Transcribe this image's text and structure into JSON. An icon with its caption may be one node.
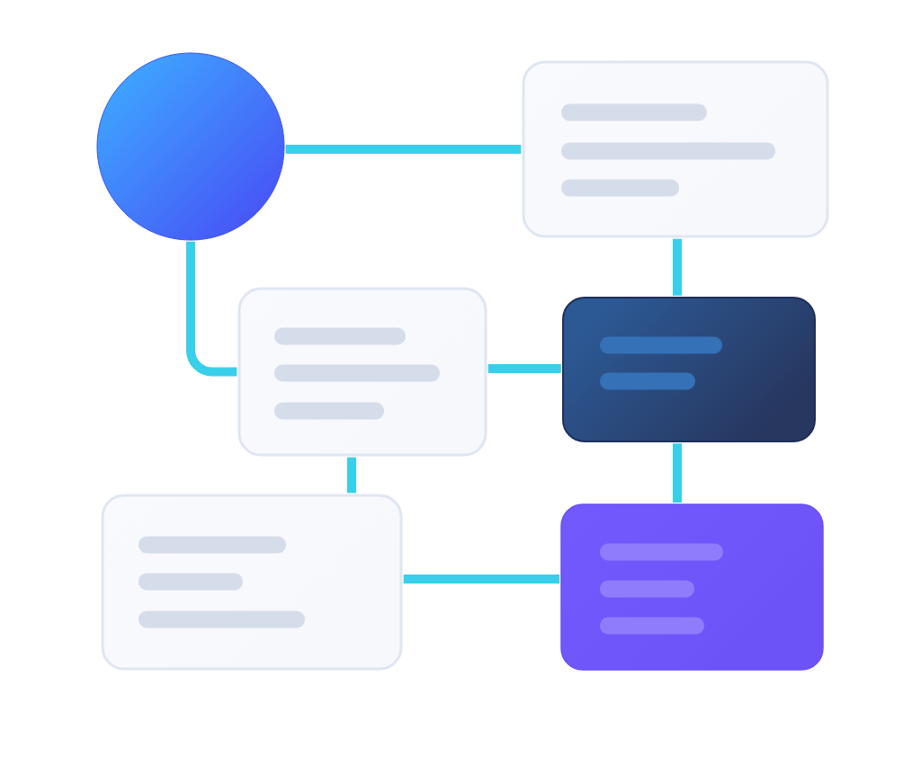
{
  "diagram": {
    "nodes": [
      {
        "text": [],
        "shape": "circle"
      },
      {
        "text": [],
        "shape": "box"
      },
      {
        "text": [],
        "shape": "box"
      },
      {
        "text": [],
        "shape": "box"
      },
      {
        "text": [],
        "shape": "box"
      },
      {
        "text": [],
        "shape": "box"
      }
    ],
    "edges": [
      {
        "from": 0,
        "to": 1,
        "arrow": "none"
      },
      {
        "from": 0,
        "to": 2,
        "arrow": "none"
      },
      {
        "from": 1,
        "to": 3,
        "arrow": "none"
      },
      {
        "from": 2,
        "to": 3,
        "arrow": "none"
      },
      {
        "from": 2,
        "to": 4,
        "arrow": "none"
      },
      {
        "from": 3,
        "to": 5,
        "arrow": "none"
      },
      {
        "from": 4,
        "to": 5,
        "arrow": "none"
      }
    ]
  }
}
